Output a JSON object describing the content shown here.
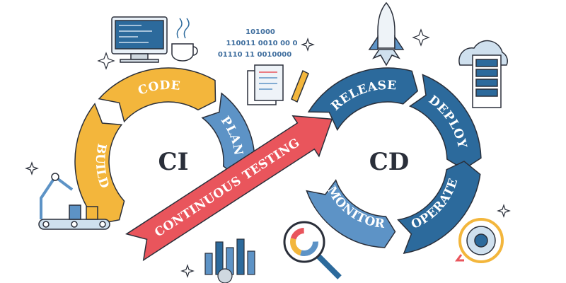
{
  "diagram": {
    "ci_label": "CI",
    "cd_label": "CD",
    "segments": {
      "code": "CODE",
      "build": "BUILD",
      "plan": "PLAN",
      "release": "RELEASE",
      "deploy": "DEPLOY",
      "operate": "OPERATE",
      "monitor": "MONITOR",
      "testing": "CONTINUOUS TESTING"
    },
    "binary": [
      "101000",
      "110011 0010  00 0",
      "01110 11 0010000"
    ]
  },
  "colors": {
    "yellow": "#f3b63c",
    "dark_blue": "#2c6a9c",
    "light_blue": "#5d93c6",
    "red": "#e9555c",
    "outline": "#2a2f3a"
  }
}
